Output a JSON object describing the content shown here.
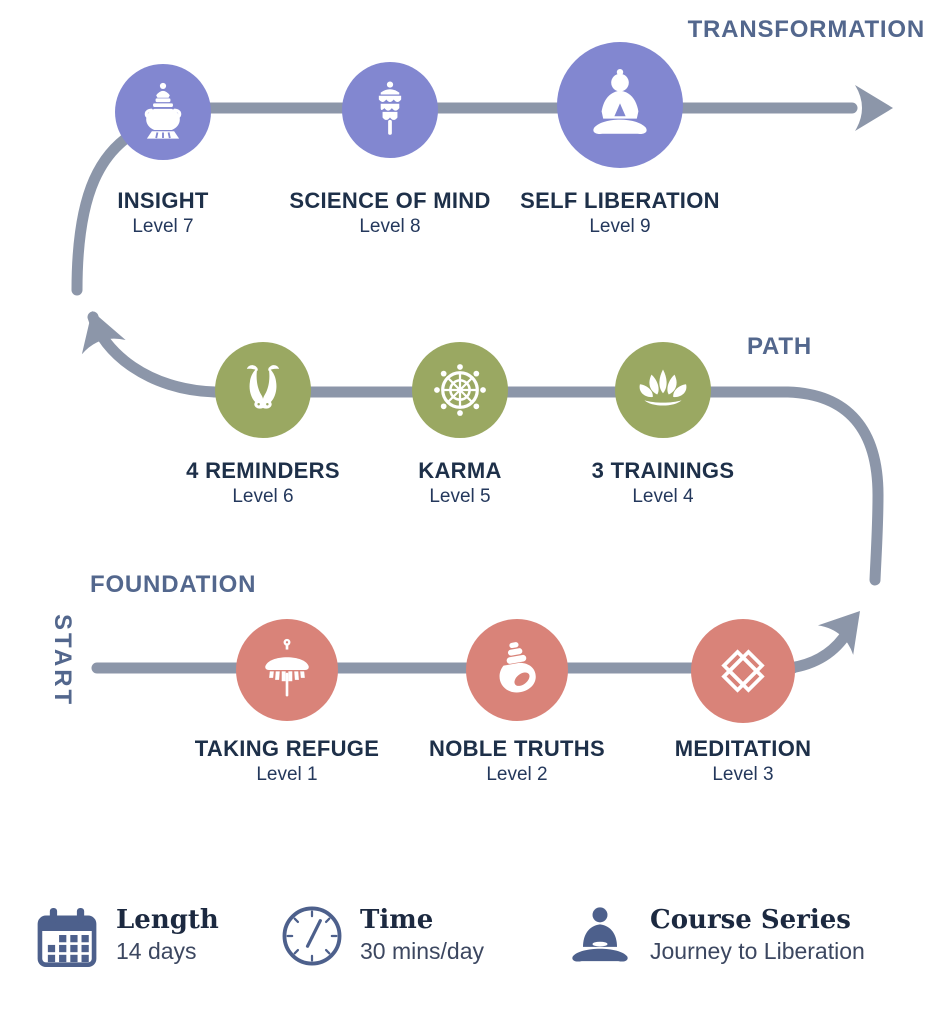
{
  "tiers": [
    {
      "label": "TRANSFORMATION",
      "items": [
        {
          "name": "INSIGHT",
          "level": "Level 7",
          "icon": "treasure-vase-icon"
        },
        {
          "name": "SCIENCE OF MIND",
          "level": "Level 8",
          "icon": "victory-banner-icon"
        },
        {
          "name": "SELF LIBERATION",
          "level": "Level 9",
          "icon": "buddha-icon"
        }
      ]
    },
    {
      "label": "PATH",
      "items": [
        {
          "name": "4 REMINDERS",
          "level": "Level 6",
          "icon": "golden-fish-icon"
        },
        {
          "name": "KARMA",
          "level": "Level 5",
          "icon": "dharma-wheel-icon"
        },
        {
          "name": "3 TRAININGS",
          "level": "Level 4",
          "icon": "lotus-icon"
        }
      ]
    },
    {
      "label": "FOUNDATION",
      "items": [
        {
          "name": "TAKING REFUGE",
          "level": "Level 1",
          "icon": "parasol-icon"
        },
        {
          "name": "NOBLE TRUTHS",
          "level": "Level 2",
          "icon": "conch-shell-icon"
        },
        {
          "name": "MEDITATION",
          "level": "Level 3",
          "icon": "endless-knot-icon"
        }
      ]
    }
  ],
  "start_label": "START",
  "footer": [
    {
      "title": "Length",
      "value": "14 days",
      "icon": "calendar-icon"
    },
    {
      "title": "Time",
      "value": "30 mins/day",
      "icon": "clock-icon"
    },
    {
      "title": "Course Series",
      "value": "Journey to Liberation",
      "icon": "meditator-icon"
    }
  ],
  "colors": {
    "transformation": "#8287d0",
    "path": "#9aa862",
    "foundation": "#d98379",
    "line": "#8c96a9",
    "heading": "#53678d",
    "label": "#1e3049"
  }
}
